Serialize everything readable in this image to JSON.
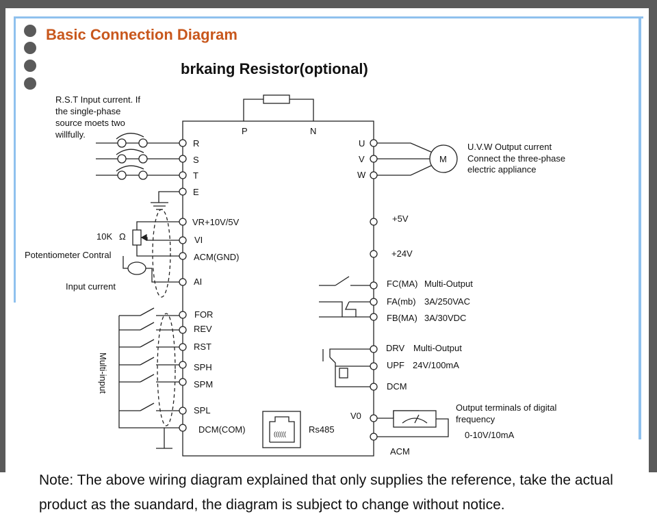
{
  "header_title": "Basic Connection Diagram",
  "subtitle": "brkaing Resistor(optional)",
  "input_note": [
    "R.S.T Input current. If",
    "the single-phase",
    "source moets two",
    "willfully."
  ],
  "top_terminals": {
    "p": "P",
    "n": "N"
  },
  "left_terminals": {
    "r": "R",
    "s": "S",
    "t": "T",
    "e": "E",
    "vr": "VR+10V/5V",
    "vi": "VI",
    "acm": "ACM(GND)",
    "ai": "AI",
    "for": "FOR",
    "rev": "REV",
    "rst": "RST",
    "sph": "SPH",
    "spm": "SPM",
    "spl": "SPL",
    "dcm": "DCM(COM)"
  },
  "potentiometer": {
    "resistance": "10K",
    "ohm": "Ω",
    "label": "Potentiometer Contral"
  },
  "input_current": "Input current",
  "multi_input": "Multi-input",
  "rs485": "Rs485",
  "motor": {
    "symbol": "M",
    "u": "U",
    "v": "V",
    "w": "W",
    "note": [
      "U.V.W Output current",
      "Connect the three-phase",
      "electric appliance"
    ]
  },
  "right_terminals": {
    "p5v": "+5V",
    "p24v": "+24V",
    "fc": "FC(MA)",
    "fa": "FA(mb)",
    "fb": "FB(MA)",
    "relay_out": "Multi-Output",
    "fa_rating": "3A/250VAC",
    "fb_rating": "3A/30VDC",
    "drv": "DRV",
    "drv_out": "Multi-Output",
    "upf": "UPF",
    "upf_rating": "24V/100mA",
    "dcm": "DCM",
    "v0": "V0",
    "acm": "ACM"
  },
  "digital_freq_note": [
    "Output terminals of digital",
    "frequency",
    "0-10V/10mA"
  ],
  "note": "Note: The above wiring diagram explained that only supplies the reference, take the actual product as the suandard, the diagram is subject to change without notice."
}
